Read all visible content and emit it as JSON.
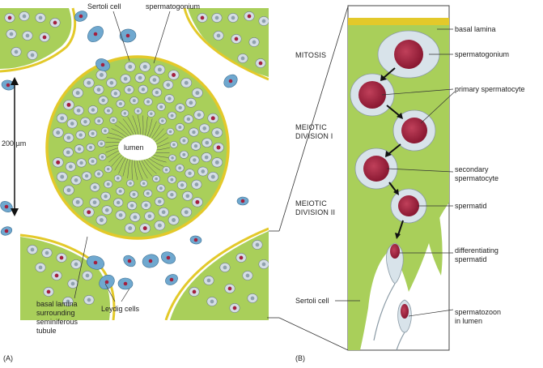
{
  "panel_a": {
    "panel_label": "(A)",
    "labels": {
      "sertoli_cell": "Sertoli cell",
      "spermatogonium": "spermatogonium",
      "lumen": "lumen",
      "scale": "200 µm",
      "basal_lamina_1": "basal lamina",
      "basal_lamina_2": "surrounding",
      "basal_lamina_3": "seminiferous",
      "basal_lamina_4": "tubule",
      "leydig_cells": "Leydig cells"
    }
  },
  "panel_b": {
    "panel_label": "(B)",
    "stages": {
      "mitosis": "MITOSIS",
      "meiotic1_line1": "MEIOTIC",
      "meiotic1_line2": "DIVISION I",
      "meiotic2_line1": "MEIOTIC",
      "meiotic2_line2": "DIVISION II"
    },
    "labels": {
      "basal_lamina": "basal lamina",
      "spermatogonium": "spermatogonium",
      "primary_spermatocyte": "primary spermatocyte",
      "secondary_1": "secondary",
      "secondary_2": "spermatocyte",
      "spermatid": "spermatid",
      "differentiating_1": "differentiating",
      "differentiating_2": "spermatid",
      "sertoli_cell": "Sertoli cell",
      "spermatozoon_1": "spermatozoon",
      "spermatozoon_2": "in lumen"
    }
  },
  "colors": {
    "sertoli_green": "#a9cf5a",
    "basal_lamina_yellow": "#e3c92a",
    "cell_grey": "#d4dde4",
    "nucleus_red": "#a3203e",
    "leydig_blue": "#6fa8cf"
  }
}
